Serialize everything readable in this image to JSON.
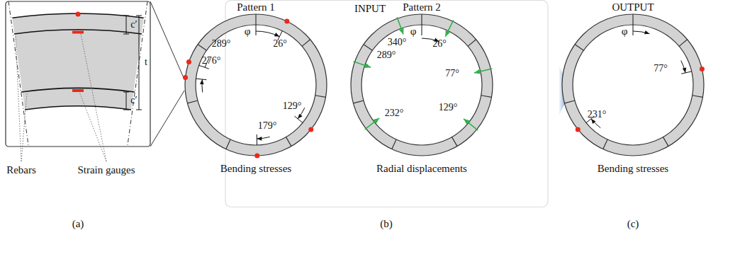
{
  "diagram": {
    "labels": [
      "Pattern 1",
      "INPUT",
      "Pattern 2",
      "OUTPUT",
      "c′",
      "c′",
      "t",
      "Rebars",
      "Strain gauges",
      "φ",
      "26°",
      "289°",
      "276°",
      "129°",
      "179°",
      "Bending stresses",
      "φ",
      "340°",
      "26°",
      "77°",
      "289°",
      "232°",
      "129°",
      "Radial displacements",
      "φ",
      "77°",
      "231°",
      "Bending stresses",
      "(a)",
      "(b)",
      "(c)"
    ]
  }
}
